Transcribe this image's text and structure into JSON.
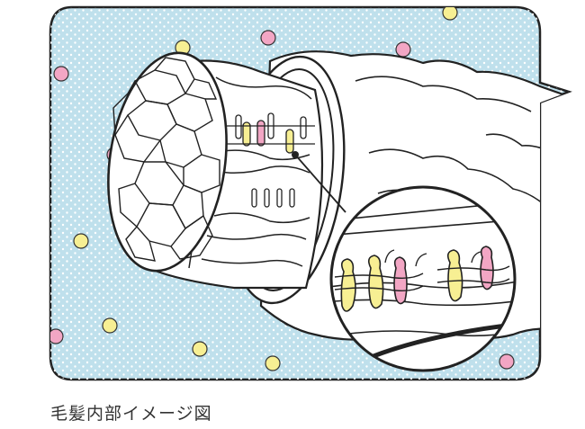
{
  "caption": "毛髪内部イメージ図",
  "colors": {
    "panel_bg": "#bfe0ec",
    "dot": "#ffffff",
    "outline": "#222222",
    "pink": "#f2a6c4",
    "yellow": "#f7ef93"
  },
  "icons": [
    "speech-bubble-frame",
    "hair-strand",
    "magnifier-circle"
  ]
}
